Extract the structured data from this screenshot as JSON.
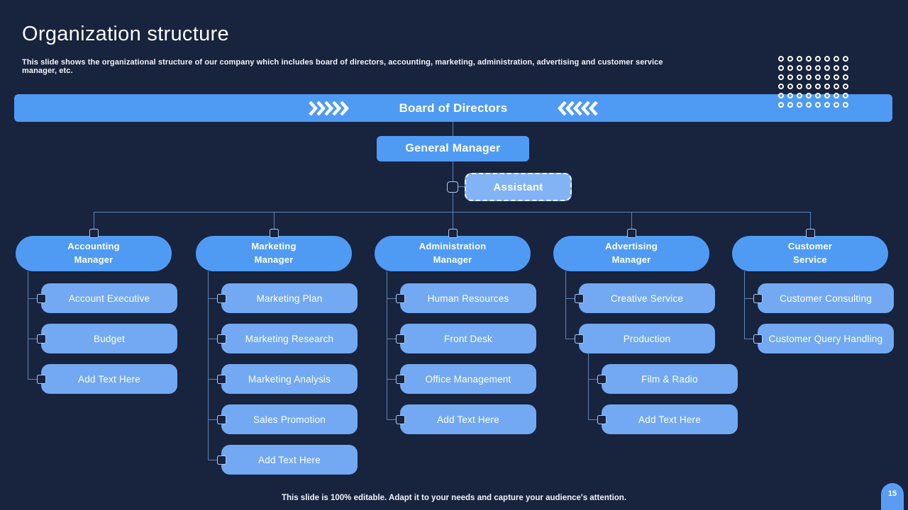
{
  "slide": {
    "title": "Organization structure",
    "subtitle": "This slide shows the organizational structure of our company which includes board of directors, accounting, marketing, administration, advertising and customer service manager, etc.",
    "footer_note": "This slide is 100% editable. Adapt it to your needs and capture your audience's attention.",
    "page_number": "15"
  },
  "colors": {
    "background": "#18233E",
    "primary_blue": "#4F9BF4",
    "sub_item_blue": "#72A9F2",
    "assistant_blue": "#82B3F5",
    "connector_line": "#5F84B8",
    "dots": "#FFFFFF"
  },
  "icons": {
    "left_of_board_label": "chevrons-right-icon",
    "right_of_board_label": "chevrons-left-icon",
    "top_right": "dot-grid-decoration"
  },
  "chart": {
    "board_label": "Board of Directors",
    "general_manager_label": "General Manager",
    "assistant_label": "Assistant",
    "columns": [
      {
        "line1": "Accounting",
        "line2": "Manager",
        "items": [
          {
            "label": "Account Executive",
            "indent": false
          },
          {
            "label": "Budget",
            "indent": false
          },
          {
            "label": "Add Text Here",
            "indent": false
          }
        ]
      },
      {
        "line1": "Marketing",
        "line2": "Manager",
        "items": [
          {
            "label": "Marketing Plan",
            "indent": false
          },
          {
            "label": "Marketing Research",
            "indent": false
          },
          {
            "label": "Marketing Analysis",
            "indent": false
          },
          {
            "label": "Sales Promotion",
            "indent": false
          },
          {
            "label": "Add Text Here",
            "indent": false
          }
        ]
      },
      {
        "line1": "Administration",
        "line2": "Manager",
        "items": [
          {
            "label": "Human Resources",
            "indent": false
          },
          {
            "label": "Front Desk",
            "indent": false
          },
          {
            "label": "Office Management",
            "indent": false
          },
          {
            "label": "Add Text Here",
            "indent": false
          }
        ]
      },
      {
        "line1": "Advertising",
        "line2": "Manager",
        "items": [
          {
            "label": "Creative Service",
            "indent": false
          },
          {
            "label": "Production",
            "indent": false
          },
          {
            "label": "Film & Radio",
            "indent": true
          },
          {
            "label": "Add Text Here",
            "indent": true
          }
        ]
      },
      {
        "line1": "Customer",
        "line2": "Service",
        "items": [
          {
            "label": "Customer Consulting",
            "indent": false
          },
          {
            "label": "Customer Query Handling",
            "indent": false
          }
        ]
      }
    ]
  }
}
